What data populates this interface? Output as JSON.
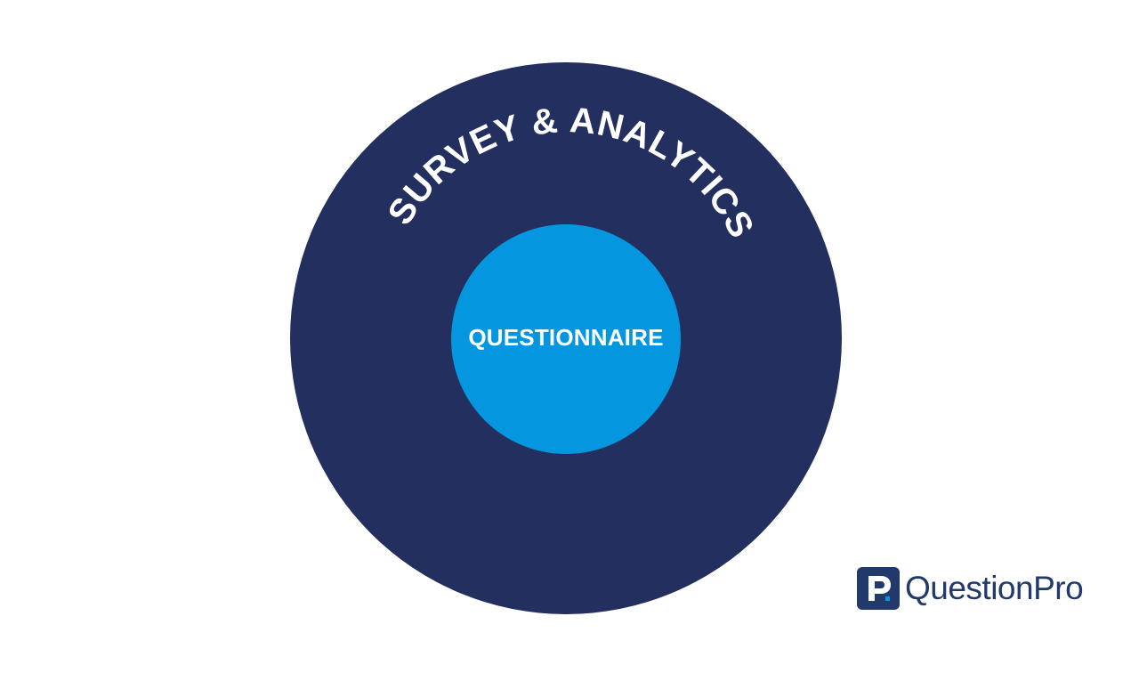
{
  "diagram": {
    "outer_label": "SURVEY & ANALYTICS",
    "inner_label": "QUESTIONNAIRE"
  },
  "colors": {
    "background": "#ffffff",
    "outer_circle": "#222f5f",
    "inner_circle": "#0497e0",
    "label_text": "#ffffff",
    "logo_text": "#223a6b"
  },
  "branding": {
    "logo_text": "QuestionPro",
    "logo_icon": "questionpro-p-icon"
  }
}
